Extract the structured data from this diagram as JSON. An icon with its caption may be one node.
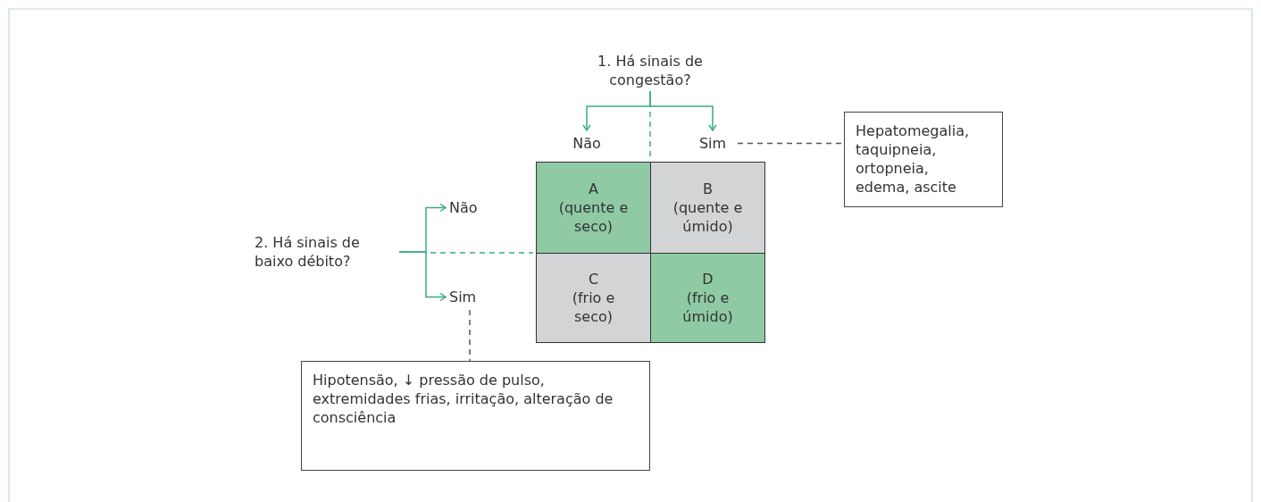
{
  "diagram": {
    "nodes": [
      {
        "text": [
          "1. Há sinais de congestão?"
        ]
      },
      {
        "text": [
          "Não"
        ]
      },
      {
        "text": [
          "Sim"
        ]
      },
      {
        "text": [
          "Hepatomegalia, taquipneia, ortopneia, edema, ascite"
        ]
      },
      {
        "text": [
          "2. Há sinais de baixo débito?"
        ]
      },
      {
        "text": [
          "Não"
        ]
      },
      {
        "text": [
          "Sim"
        ]
      },
      {
        "text": [
          "Hipotensão, ↓ pressão de pulso, extremidades frias, irritação, alteração de consciência"
        ]
      },
      {
        "text": [
          "A",
          "(quente e seco)"
        ]
      },
      {
        "text": [
          "B",
          "(quente e úmido)"
        ]
      },
      {
        "text": [
          "C",
          "(frio e seco)"
        ]
      },
      {
        "text": [
          "D",
          "(frio e úmido)"
        ]
      }
    ],
    "edges": [
      {
        "from": 0,
        "to": 1,
        "arrow": "to"
      },
      {
        "from": 0,
        "to": 2,
        "arrow": "to"
      },
      {
        "from": 2,
        "to": 3,
        "arrow": "none",
        "style": "dashed",
        "color": "#555555"
      },
      {
        "from": 4,
        "to": 5,
        "arrow": "to"
      },
      {
        "from": 4,
        "to": 6,
        "arrow": "to"
      },
      {
        "from": 6,
        "to": 7,
        "arrow": "none",
        "style": "dashed",
        "color": "#555555"
      }
    ]
  }
}
